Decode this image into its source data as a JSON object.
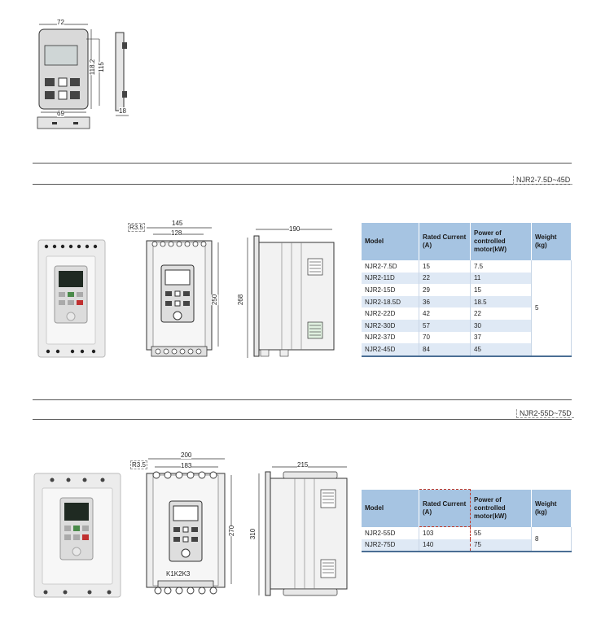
{
  "keypad_dims": {
    "width": "72",
    "height_outer": "118.2",
    "height_inner": "115",
    "depth": "18",
    "bottom_width": "69"
  },
  "section1": {
    "series": "NJR2-7.5D~45D",
    "dims": {
      "radius": "R3.5",
      "width_outer": "145",
      "width_inner": "128",
      "height_inner": "250",
      "height_outer": "268",
      "depth": "190"
    },
    "table": {
      "headers": {
        "model": "Model",
        "current": "Rated Current (A)",
        "power": "Power of controlled motor(kW)",
        "weight": "Weight (kg)"
      },
      "rows": [
        {
          "model": "NJR2-7.5D",
          "current": "15",
          "power": "7.5"
        },
        {
          "model": "NJR2-11D",
          "current": "22",
          "power": "11"
        },
        {
          "model": "NJR2-15D",
          "current": "29",
          "power": "15"
        },
        {
          "model": "NJR2-18.5D",
          "current": "36",
          "power": "18.5"
        },
        {
          "model": "NJR2-22D",
          "current": "42",
          "power": "22"
        },
        {
          "model": "NJR2-30D",
          "current": "57",
          "power": "30"
        },
        {
          "model": "NJR2-37D",
          "current": "70",
          "power": "37"
        },
        {
          "model": "NJR2-45D",
          "current": "84",
          "power": "45"
        }
      ],
      "weight": "5"
    }
  },
  "section2": {
    "series": "NJR2-55D~75D",
    "dims": {
      "radius": "R3.5",
      "width_outer": "200",
      "width_inner": "183",
      "height_inner": "270",
      "height_outer": "310",
      "depth": "215",
      "terminal": "K1K2K3"
    },
    "table": {
      "headers": {
        "model": "Model",
        "current": "Rated Current (A)",
        "power": "Power of controlled motor(kW)",
        "weight": "Weight (kg)"
      },
      "rows": [
        {
          "model": "NJR2-55D",
          "current": "103",
          "power": "55"
        },
        {
          "model": "NJR2-75D",
          "current": "140",
          "power": "75"
        }
      ],
      "weight": "8"
    }
  }
}
